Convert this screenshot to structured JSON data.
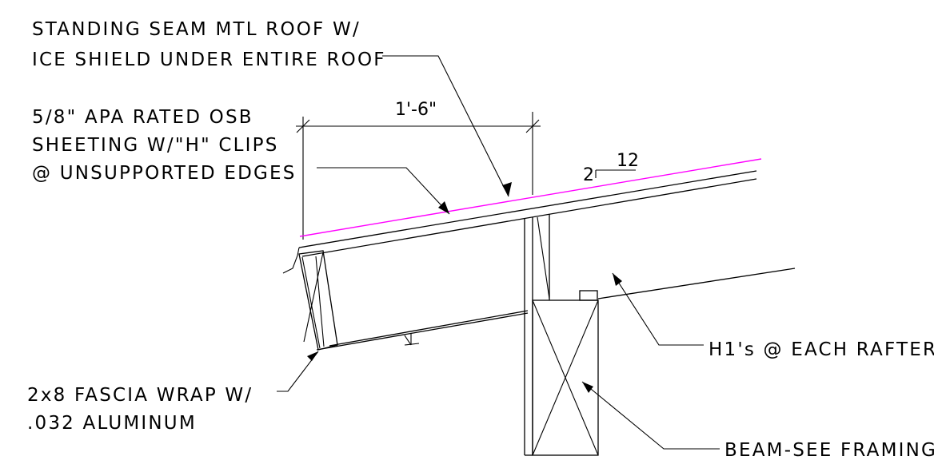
{
  "notes": {
    "roof_line1": "STANDING SEAM MTL ROOF W/",
    "roof_line2": "ICE SHIELD UNDER ENTIRE ROOF",
    "osb_line1": "5/8\" APA RATED OSB",
    "osb_line2": "SHEETING W/\"H\" CLIPS",
    "osb_line3": "@ UNSUPPORTED EDGES",
    "fascia_line1": "2x8 FASCIA WRAP W/",
    "fascia_line2": ".032 ALUMINUM",
    "h1": "H1's @ EACH RAFTER",
    "beam": "BEAM-SEE FRAMING"
  },
  "dimension": {
    "overhang": "1'-6\""
  },
  "slope": {
    "rise": "2",
    "run": "12"
  },
  "colors": {
    "linework": "#000000",
    "ice_shield": "#ff00ff",
    "background": "#ffffff"
  }
}
